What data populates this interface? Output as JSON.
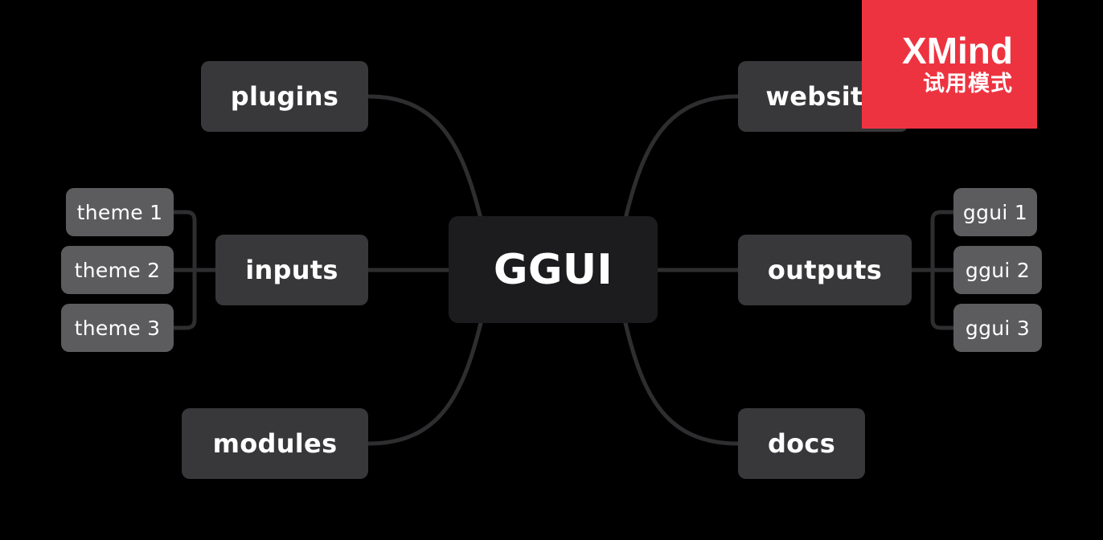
{
  "map": {
    "central": "GGUI",
    "left": {
      "plugins": "plugins",
      "inputs": "inputs",
      "modules": "modules",
      "themes": [
        "theme 1",
        "theme 2",
        "theme 3"
      ]
    },
    "right": {
      "website": "website",
      "outputs": "outputs",
      "docs": "docs",
      "ggui": [
        "ggui 1",
        "ggui 2",
        "ggui 3"
      ]
    }
  },
  "watermark": {
    "title": "XMind",
    "subtitle": "试用模式"
  },
  "colors": {
    "background": "#000000",
    "central_fill": "#1c1c1e",
    "topic_fill": "#38383a",
    "subtopic_fill": "#5c5c5e",
    "connector": "#2e2e30",
    "watermark": "#ee3340",
    "text": "#ffffff"
  }
}
